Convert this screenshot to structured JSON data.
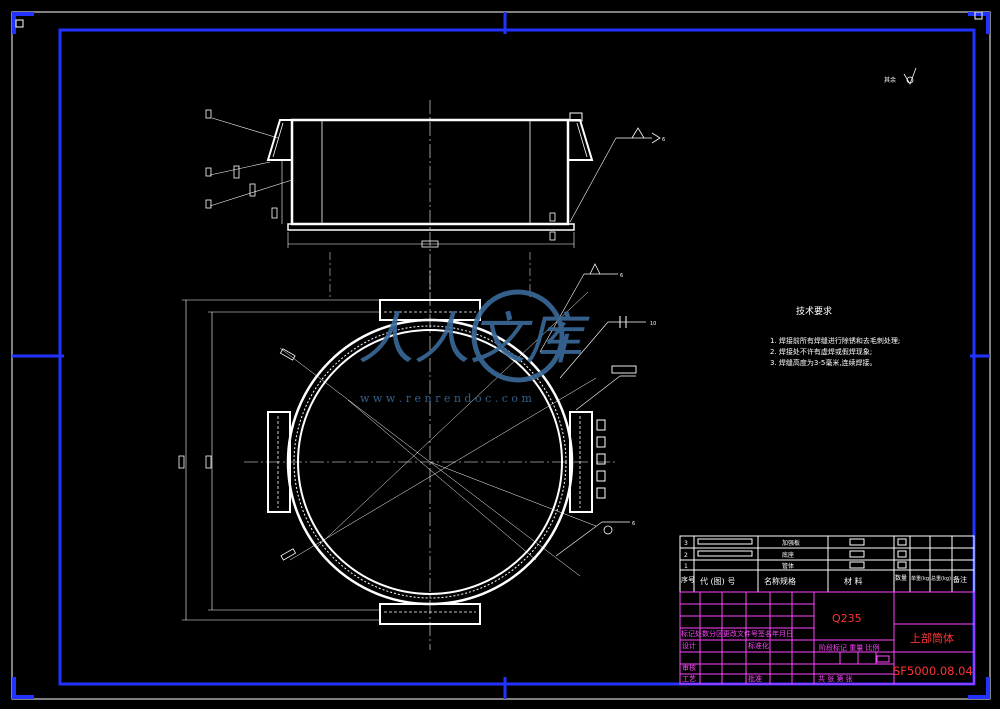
{
  "colors": {
    "background": "#000000",
    "outer_frame": "#ffffff",
    "inner_frame": "#2233ff",
    "geometry": "#ffffff",
    "centerline": "#ffffff",
    "title_text": "#ff44ff",
    "title_highlight": "#ff3333",
    "watermark": "#3a6a9a"
  },
  "roughness_note": "其余",
  "weld_labels": {
    "top_right": "6",
    "circle_upper": "6",
    "circle_right": "10",
    "circle_lower": "6"
  },
  "tech_requirements": {
    "title": "技术要求",
    "items": [
      "1. 焊接前所有焊缝进行除锈和去毛刺处理;",
      "2. 焊接处不许有虚焊或假焊现象;",
      "3. 焊缝高度为3-5毫米,连续焊接。"
    ]
  },
  "watermark": {
    "text": "人人文库",
    "url": "w w w . r e n r e n d o c . c o m"
  },
  "title_block": {
    "parts_rows": [
      {
        "seq": "3",
        "name": "加强板"
      },
      {
        "seq": "2",
        "name": "底座"
      },
      {
        "seq": "1",
        "name": "管体"
      }
    ],
    "header": {
      "seq": "序号",
      "code": "代 (图) 号",
      "name": "名称规格",
      "material": "材  料",
      "qty": "数量",
      "unit_weight": "单重(kg)",
      "total_weight": "总重(kg)",
      "remarks": "备注"
    },
    "material": "Q235",
    "part_title": "上部筒体",
    "drawing_no": "SF5000.08.04",
    "revision_row": "标记处数分区更改文件号签名年月日",
    "designer": "设计",
    "standardization": "标准化",
    "stage_scale": "阶段标记  重量  比例",
    "review": "审核",
    "process": "工艺",
    "approve": "批准",
    "sheets": "共    张  第    张"
  }
}
